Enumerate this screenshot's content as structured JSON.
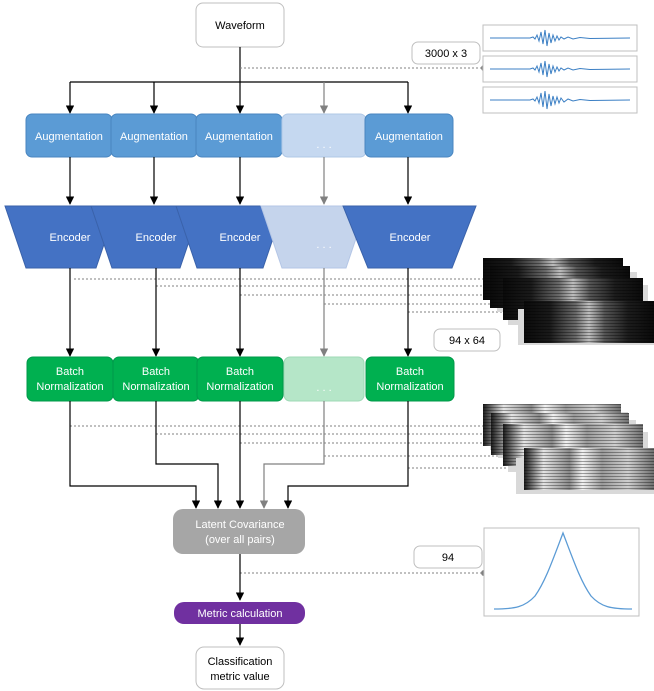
{
  "waveform": {
    "label": "Waveform"
  },
  "augmentation": {
    "label": "Augmentation",
    "ellipsis": ". . ."
  },
  "encoder": {
    "label": "Encoder",
    "ellipsis": ". . ."
  },
  "batchnorm": {
    "line1": "Batch",
    "line2": "Normalization",
    "ellipsis": ". . ."
  },
  "covariance": {
    "line1": "Latent Covariance",
    "line2": "(over all pairs)"
  },
  "metric": {
    "label": "Metric calculation"
  },
  "output": {
    "line1": "Classification",
    "line2": "metric value"
  },
  "annotations": {
    "input_shape": "3000 x 3",
    "encoder_shape": "94 x 64",
    "covariance_shape": "94"
  },
  "colors": {
    "augmentation": "#5b9bd5",
    "encoder": "#4472c4",
    "batchnorm": "#00b050",
    "covariance": "#a6a6a6",
    "metric": "#7030a0",
    "ghost_blue": "#c5d8f0",
    "ghost_green": "#b5e6c8",
    "signal": "#3b7fc4"
  }
}
